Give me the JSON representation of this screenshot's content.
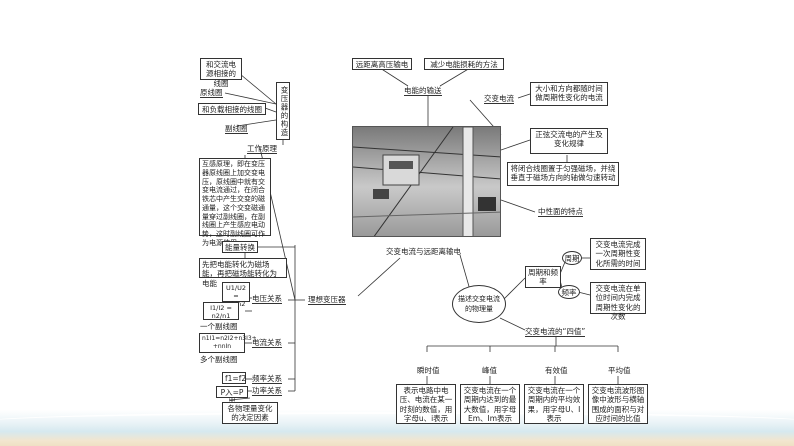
{
  "center": {
    "title": "交变电流与远距离输电"
  },
  "top": {
    "box1": "远距离高压输电",
    "box2": "减少电能损耗的方法",
    "node": "电能的输送"
  },
  "right": {
    "ac": "交变电流",
    "ac_def": "大小和方向都随时间做周期性变化的电流",
    "sine": "正弦交流电的产生及变化规律",
    "sine_def": "将闭合线圈置于匀强磁场，并绕垂直于磁场方向的轴做匀速转动",
    "neutral": "中性面的特点",
    "physics": "描述交变电流的物理量",
    "period_freq": "周期和频率",
    "period": "周期",
    "period_def": "交变电流完成一次周期性变化所需的时间",
    "freq": "频率",
    "freq_def": "交变电流在单位时间内完成周期性变化的次数",
    "four_values": "交变电流的“四值”",
    "instant": "瞬时值",
    "peak": "峰值",
    "effective": "有效值",
    "average": "平均值",
    "instant_def": "表示电路中电压、电流在某一时刻的数值，用字母u、i表示",
    "peak_def": "交变电流在一个周期内达到的最大数值，用字母Em、Im表示",
    "effective_def": "交变电流在一个周期内的平均效果，用字母U、I表示",
    "average_def": "交变电流波形图像中波形与横轴围成的面积与对应时间的比值"
  },
  "left": {
    "primary_connect": "和交流电源相接的线圈",
    "primary": "原线圈",
    "secondary_connect": "和负载相接的线圈",
    "secondary": "副线圈",
    "structure": "变压器的构造",
    "principle": "工作原理",
    "principle_def": "互感原理，即在变压器原线圈上加交变电压，原线圈中就有交变电流通过，在闭合铁芯中产生交变的磁通量，这个交变磁通量穿过副线圈，在副线圈上产生感应电动势，这时副线圈可作为电源使用",
    "energy": "能量转换",
    "energy_def": "先把电能转化为磁场能，再把磁场能转化为电能",
    "ideal": "理想变压器",
    "voltage": "电压关系",
    "voltage_formula": "U1/U2 = n1/n2",
    "current": "电流关系",
    "current_formula": "I1/I2 = n2/n1",
    "one_secondary": "一个副线圈",
    "multi_formula": "n1I1=n2I2+n3I3+…+nnIn",
    "multi_secondary": "多个副线圈",
    "frequency": "频率关系",
    "frequency_formula": "f1=f2",
    "power": "功率关系",
    "power_formula": "P入=P出",
    "decide": "各物理量变化的决定因素"
  }
}
